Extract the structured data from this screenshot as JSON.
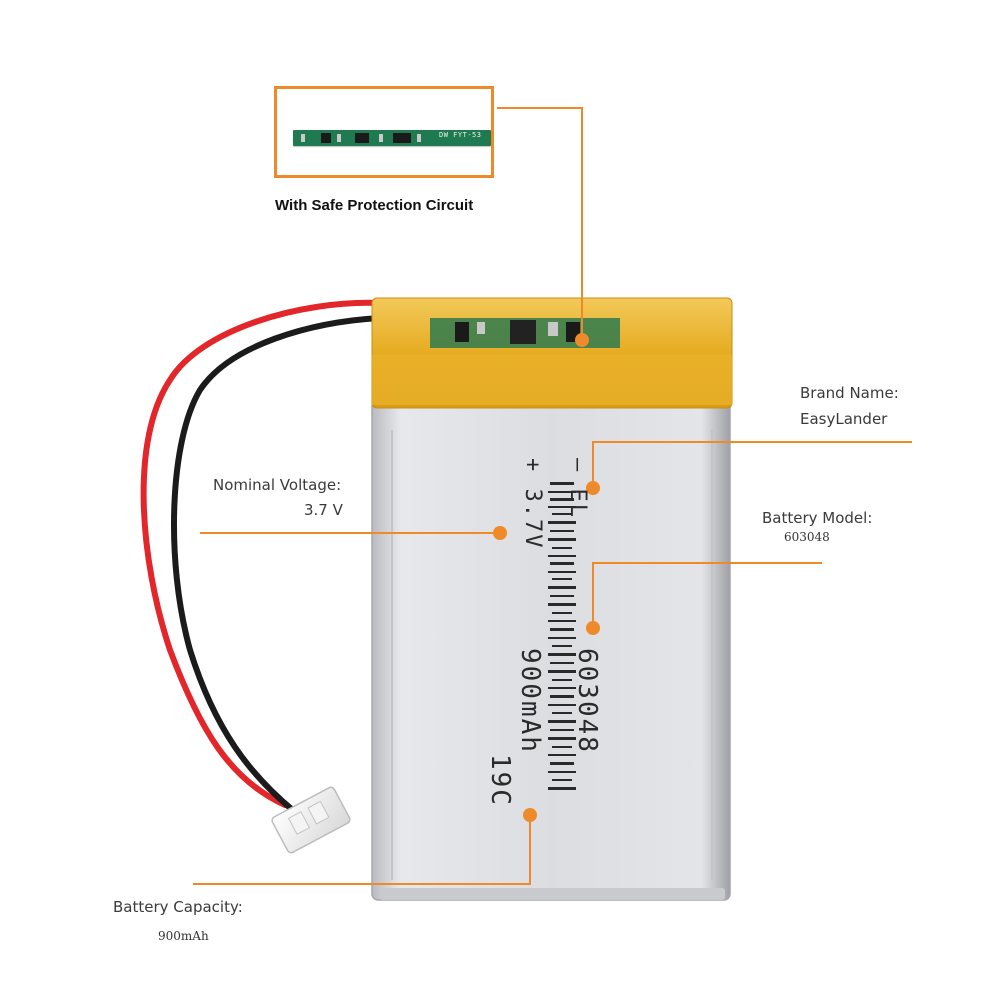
{
  "colors": {
    "accent": "#ee8a2a",
    "kapton": "#e9b22b",
    "cell_silver": "#d9dade",
    "wire_red": "#e2262a",
    "wire_black": "#1b1b1b",
    "pcb_green": "#1f7a52"
  },
  "inset": {
    "caption": "With Safe Protection Circuit",
    "pcb_marking": "DW FYT-53"
  },
  "labels": {
    "brand_title": "Brand Name:",
    "brand_value": "EasyLander",
    "model_title": "Battery Model:",
    "model_value": "603048",
    "voltage_title": "Nominal Voltage:",
    "voltage_value": "3.7 V",
    "capacity_title": "Battery Capacity:",
    "capacity_value": "900mAh"
  },
  "printed": {
    "line1": "— EL",
    "line2": "+ 3.7V",
    "line3": "603048",
    "line4": "900mAh",
    "line5": "19C"
  }
}
